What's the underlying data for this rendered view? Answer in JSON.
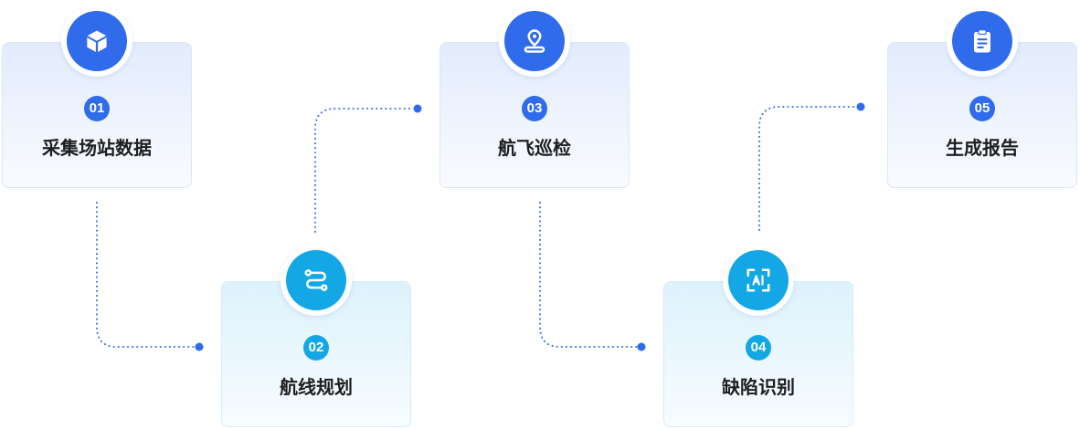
{
  "steps": [
    {
      "number": "01",
      "label": "采集场站数据",
      "icon": "cube-icon",
      "theme": "blue"
    },
    {
      "number": "02",
      "label": "航线规划",
      "icon": "route-icon",
      "theme": "cyan"
    },
    {
      "number": "03",
      "label": "航飞巡检",
      "icon": "location-pin-icon",
      "theme": "blue"
    },
    {
      "number": "04",
      "label": "缺陷识别",
      "icon": "ai-scan-icon",
      "theme": "cyan"
    },
    {
      "number": "05",
      "label": "生成报告",
      "icon": "clipboard-report-icon",
      "theme": "blue"
    }
  ],
  "colors": {
    "blue": "#2F6BEB",
    "cyan": "#14A7E6",
    "connector": "#2F6BEB",
    "text": "#1E1E1E"
  }
}
